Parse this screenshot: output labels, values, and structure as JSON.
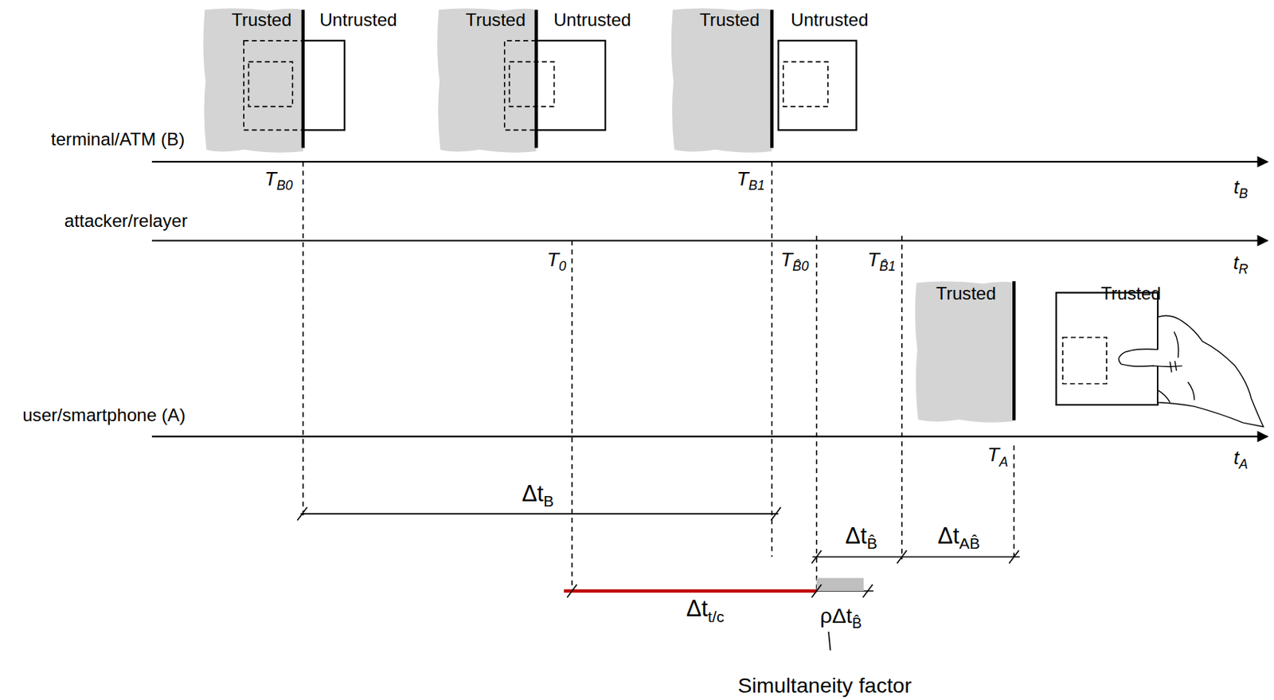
{
  "diagram": {
    "labels": [
      "Trusted",
      "Untrusted",
      "Trusted",
      "Untrusted",
      "Trusted",
      "Untrusted",
      "terminal/ATM (B)",
      "TB0",
      "TB1",
      "tB",
      "attacker/relayer",
      "T0",
      "TB̂0",
      "TB̂1",
      "tR",
      "Trusted",
      "Trusted",
      "user/smartphone (A)",
      "TA",
      "tA",
      "ΔtB",
      "ΔtB̂",
      "ΔtAB̂",
      "Δtt/c",
      "ρΔtB̂",
      "Simultaneity factor"
    ]
  }
}
